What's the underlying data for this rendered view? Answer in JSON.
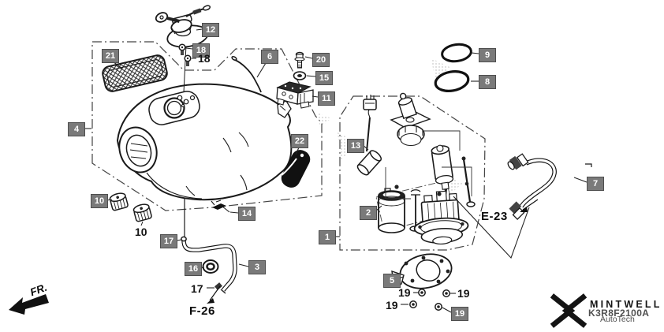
{
  "labels": {
    "boxed": {
      "l4": "4",
      "l21": "21",
      "l12": "12",
      "l18": "18",
      "l6": "6",
      "l20": "20",
      "l15": "15",
      "l11": "11",
      "l9": "9",
      "l8": "8",
      "l22": "22",
      "l13": "13",
      "l2": "2",
      "l1": "1",
      "l10": "10",
      "l14": "14",
      "l17": "17",
      "l16": "16",
      "l3": "3",
      "l5": "5",
      "l19": "19",
      "l7": "7"
    },
    "plain": {
      "s18": "18",
      "g10": "10",
      "c17": "17",
      "b19a": "19",
      "b19b": "19",
      "b19c": "19"
    },
    "refs": {
      "e23": "E-23",
      "f26": "F-26",
      "fr": "FR."
    }
  },
  "watermark": {
    "brand": "MINTWELL",
    "code": "K3R8F2100A",
    "sub": "AutoTech"
  },
  "colors": {
    "label_bg": "#7a7a7a",
    "label_border": "#4e4e4e",
    "line": "#1a1a1a"
  }
}
